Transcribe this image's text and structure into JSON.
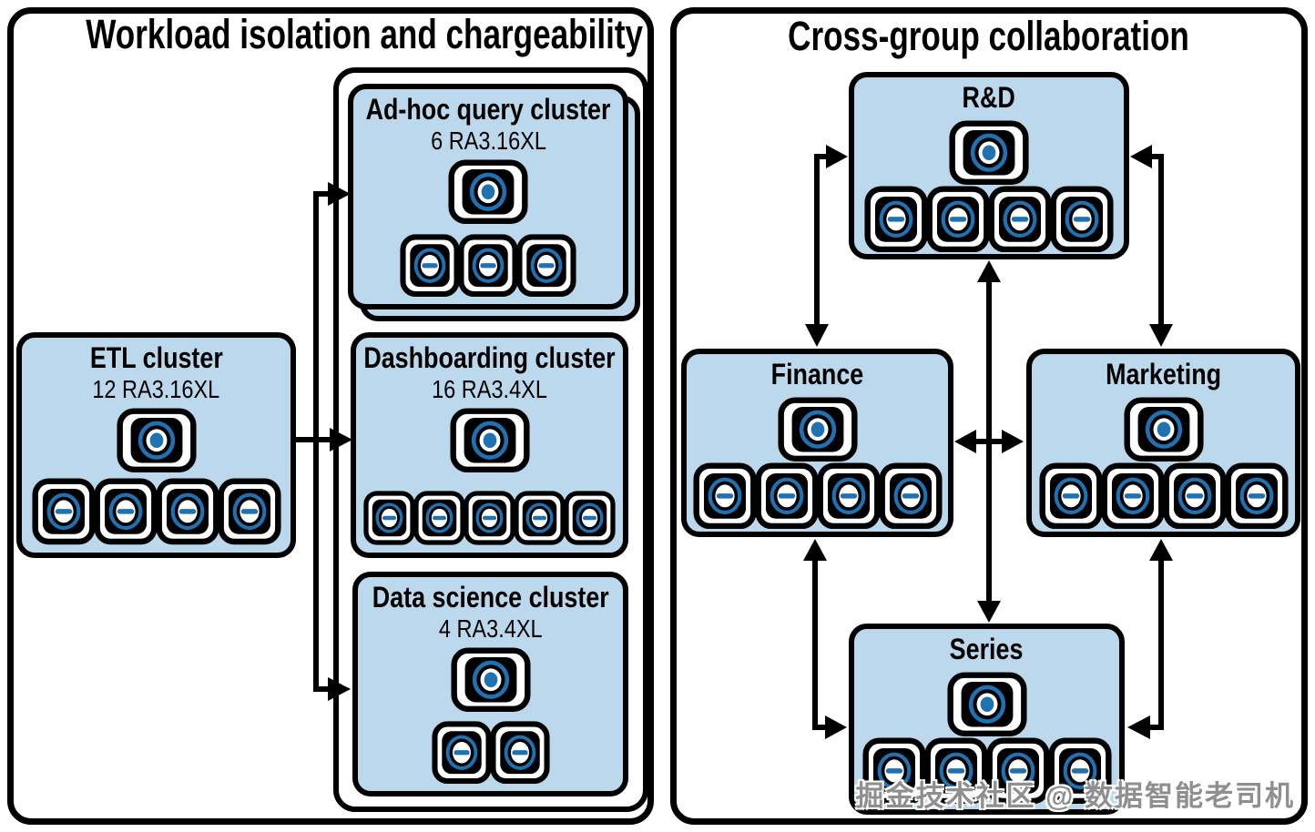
{
  "colors": {
    "box_fill": "#bcd8ec",
    "node_blue": "#1f72b2",
    "outline": "#000000"
  },
  "watermark": "掘金技术社区 @ 数据智能老司机",
  "left_panel": {
    "title": "Workload isolation and chargeability",
    "etl": {
      "title": "ETL cluster",
      "subtitle": "12 RA3.16XL",
      "leader_nodes": 1,
      "compute_nodes": 4
    },
    "adhoc": {
      "title": "Ad-hoc query cluster",
      "subtitle": "6 RA3.16XL",
      "leader_nodes": 1,
      "compute_nodes": 3
    },
    "dashboarding": {
      "title": "Dashboarding cluster",
      "subtitle": "16 RA3.4XL",
      "leader_nodes": 1,
      "compute_nodes": 5
    },
    "datascience": {
      "title": "Data science cluster",
      "subtitle": "4 RA3.4XL",
      "leader_nodes": 1,
      "compute_nodes": 2
    }
  },
  "right_panel": {
    "title": "Cross-group collaboration",
    "rd": {
      "title": "R&D",
      "leader_nodes": 1,
      "compute_nodes": 4
    },
    "finance": {
      "title": "Finance",
      "leader_nodes": 1,
      "compute_nodes": 4
    },
    "marketing": {
      "title": "Marketing",
      "leader_nodes": 1,
      "compute_nodes": 4
    },
    "series": {
      "title": "Series",
      "leader_nodes": 1,
      "compute_nodes": 4
    }
  }
}
